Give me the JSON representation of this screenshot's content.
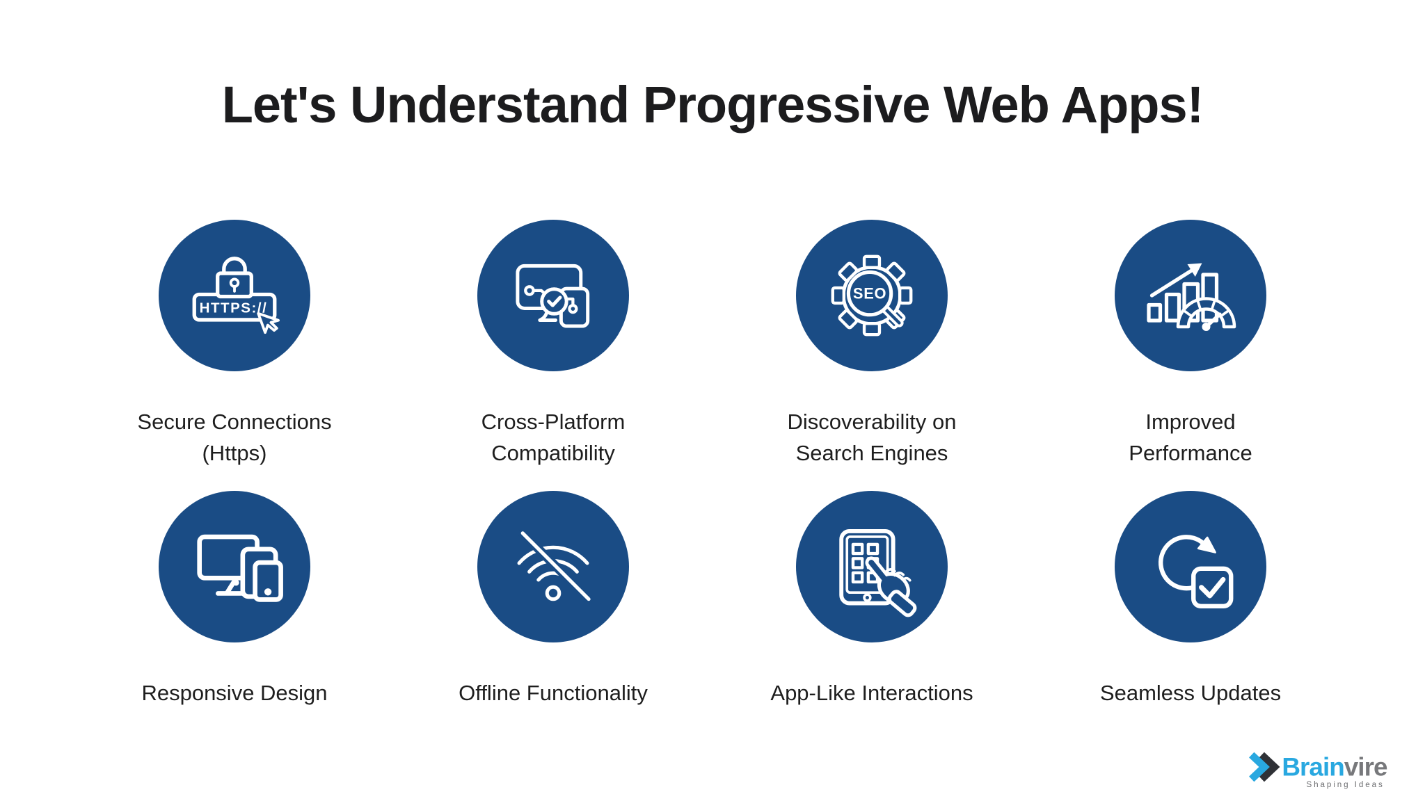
{
  "title": "Let's Understand Progressive Web Apps!",
  "features": [
    {
      "line1": "Secure Connections",
      "line2": "(Https)"
    },
    {
      "line1": "Cross-Platform",
      "line2": "Compatibility"
    },
    {
      "line1": "Discoverability on",
      "line2": "Search Engines"
    },
    {
      "line1": "Improved",
      "line2": "Performance"
    },
    {
      "line1": "Responsive Design",
      "line2": ""
    },
    {
      "line1": "Offline Functionality",
      "line2": ""
    },
    {
      "line1": "App-Like Interactions",
      "line2": ""
    },
    {
      "line1": "Seamless Updates",
      "line2": ""
    }
  ],
  "icon_texts": {
    "https": "HTTPS://",
    "seo": "SEO"
  },
  "logo": {
    "brand_primary": "Brain",
    "brand_secondary": "vire",
    "tagline": "Shaping Ideas"
  },
  "colors": {
    "circle_blue": "#1a4c85",
    "icon_stroke": "#ffffff",
    "title_text": "#1c1c1e",
    "label_text": "#1e1e1e",
    "logo_blue": "#29a8e0",
    "logo_gray": "#77787b",
    "logo_dark": "#2f3136"
  }
}
